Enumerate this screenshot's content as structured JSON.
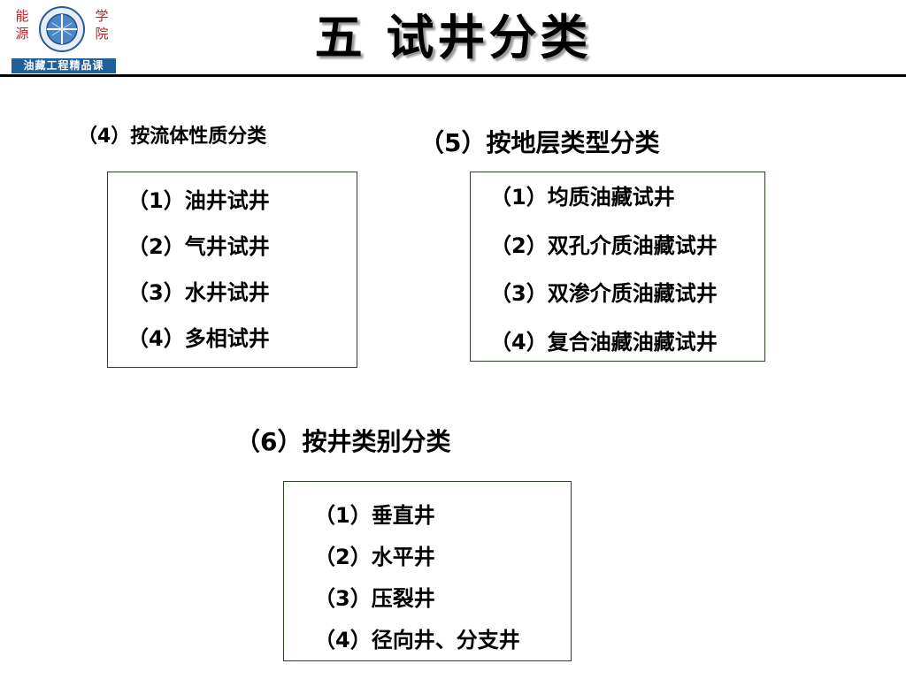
{
  "logo": {
    "left_chars": [
      "能",
      "源"
    ],
    "right_chars": [
      "学",
      "院"
    ],
    "course_label": "油藏工程精品课"
  },
  "title": "五  试井分类",
  "sections": {
    "fluid": {
      "heading": "（4）按流体性质分类",
      "items": [
        "（1）油井试井",
        "（2）气井试井",
        "（3）水井试井",
        "（4）多相试井"
      ]
    },
    "formation": {
      "heading": "（5）按地层类型分类",
      "items": [
        "（1）均质油藏试井",
        "（2）双孔介质油藏试井",
        "（3）双渗介质油藏试井",
        "（4）复合油藏油藏试井"
      ]
    },
    "well_type": {
      "heading": "（6）按井类别分类",
      "items": [
        "（1）垂直井",
        "（2）水平井",
        "（3）压裂井",
        "（4）径向井、分支井"
      ]
    }
  },
  "colors": {
    "logo_text": "#c0202a",
    "course_bg": "#1f5f9a",
    "box_border": "#2e3f2c"
  }
}
